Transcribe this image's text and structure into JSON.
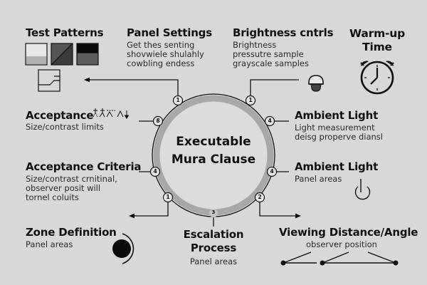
{
  "center": {
    "line1": "Executable",
    "line2": "Mura Clause"
  },
  "nodes": [
    {
      "id": "top-left",
      "number": "1"
    },
    {
      "id": "top-right",
      "number": "1"
    },
    {
      "id": "left-upper",
      "number": "8"
    },
    {
      "id": "right-upper",
      "number": "4"
    },
    {
      "id": "left-lower",
      "number": "4"
    },
    {
      "id": "right-lower",
      "number": "4"
    },
    {
      "id": "bottom-left",
      "number": "1"
    },
    {
      "id": "bottom-right",
      "number": "2"
    },
    {
      "id": "bottom",
      "number": "3"
    }
  ],
  "sections": {
    "test_patterns": {
      "title": "Test Patterns"
    },
    "panel_settings": {
      "title": "Panel Settings",
      "desc": [
        "Get thes senting",
        "shovwiele shulahly",
        "cowbling endess"
      ]
    },
    "brightness_controls": {
      "title": "Brightness cntrls",
      "desc": [
        "Brightness",
        "pressutre sample",
        "grayscale samples"
      ]
    },
    "warmup_time": {
      "title_line1": "Warm-up",
      "title_line2": "Time"
    },
    "acceptance": {
      "title": "Acceptance",
      "desc": "Size/contrast limits"
    },
    "ambient_light_1": {
      "title": "Ambient Light",
      "desc": [
        "Light measurement",
        "deisg properve diansl"
      ]
    },
    "acceptance_criteria": {
      "title": "Acceptance Criteria",
      "desc": [
        "Size/contrast crnitinal,",
        "observer posit will",
        "tornel coluits"
      ]
    },
    "ambient_light_2": {
      "title": "Ambient Light",
      "desc": "Panel areas"
    },
    "zone_definition": {
      "title": "Zone Definition",
      "desc": "Panel areas"
    },
    "escalation_process": {
      "title_line1": "Escalation",
      "title_line2": "Process",
      "desc": "Panel areas"
    },
    "viewing_distance": {
      "title": "Viewing Distance/Angle",
      "desc": "observer position"
    }
  },
  "colors": {
    "background": "#d8d8d8",
    "ring": "#a8a8a8",
    "ink": "#111111",
    "circle_fill": "#dcdcdc"
  }
}
